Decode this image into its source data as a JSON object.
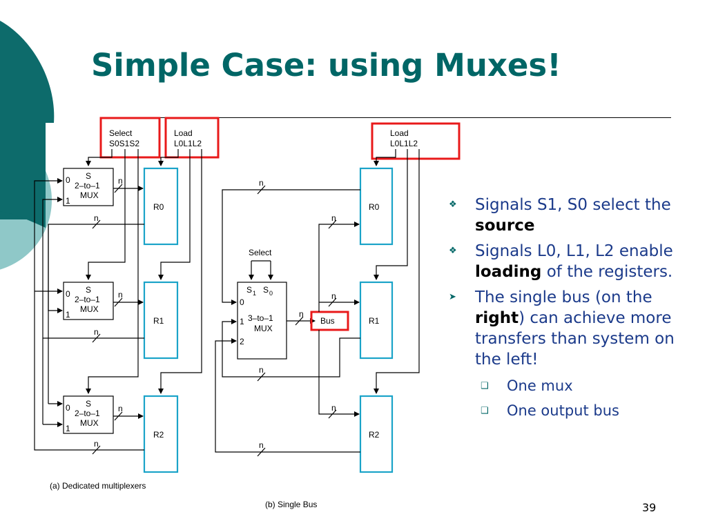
{
  "slide": {
    "title": "Simple Case: using Muxes!",
    "page_number": "39"
  },
  "theme": {
    "accent": "#006666",
    "light_accent": "#8fc8c8",
    "register_color": "#1aa3c8",
    "highlight": "#e8191a"
  },
  "diagram_left": {
    "select_label": "Select",
    "select_signals": "S0S1S2",
    "load_label": "Load",
    "load_signals": "L0L1L2",
    "mux_select": "S",
    "mux_type": "2–to–1",
    "mux_name": "MUX",
    "mux_in0": "0",
    "mux_in1": "1",
    "bus_width": "n",
    "registers": [
      "R0",
      "R1",
      "R2"
    ],
    "caption": "(a) Dedicated multiplexers"
  },
  "diagram_right": {
    "load_label": "Load",
    "load_signals": "L0L1L2",
    "select_label": "Select",
    "mux_s1": "S",
    "mux_s1_sub": "1",
    "mux_s0": "S",
    "mux_s0_sub": "0",
    "mux_type": "3–to–1",
    "mux_name": "MUX",
    "mux_in0": "0",
    "mux_in1": "1",
    "mux_in2": "2",
    "bus_label": "Bus",
    "bus_width": "n",
    "registers": [
      "R0",
      "R1",
      "R2"
    ],
    "caption": "(b) Single Bus"
  },
  "bullets": [
    {
      "pre": "Signals S1, S0 select the ",
      "bold": "source",
      "post": ""
    },
    {
      "pre": "Signals L0, L1, L2 enable ",
      "bold": "loading",
      "post": " of the registers."
    },
    {
      "pre": "The single bus (on the ",
      "bold": "right",
      "post": ") can achieve more transfers than system on the left!"
    }
  ],
  "sub_bullets": [
    "One mux",
    "One output bus"
  ],
  "icons": {
    "bullet_1": "diamond-bullet-icon",
    "bullet_2": "diamond-bullet-icon",
    "bullet_3": "arrowhead-bullet-icon",
    "sub_bullet": "square-bullet-icon"
  }
}
